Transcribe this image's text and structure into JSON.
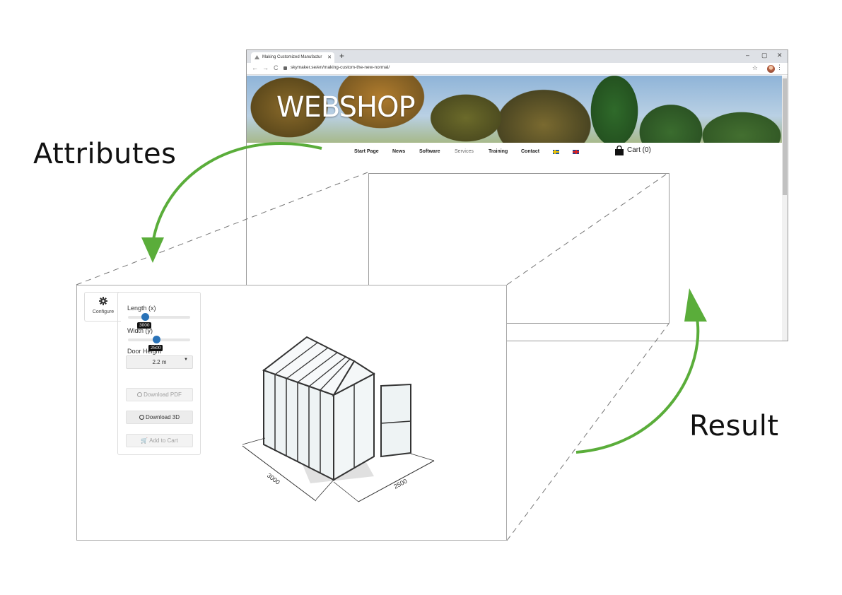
{
  "labels": {
    "attributes": "Attributes",
    "result": "Result"
  },
  "browser": {
    "tab_title": "Making Customized Manufactur",
    "tab_close": "✕",
    "new_tab": "+",
    "window_controls": [
      "–",
      "▢",
      "✕"
    ],
    "nav": [
      "←",
      "→",
      "C"
    ],
    "url": "skymaker.se/en/making-custom-the-new-normal/",
    "star": "☆",
    "kebab": "⋮"
  },
  "site": {
    "banner_title": "WEBSHOP",
    "menu": [
      "Start Page",
      "News",
      "Software",
      "Services",
      "Training",
      "Contact"
    ],
    "cart_label": "Cart (0)"
  },
  "configurator": {
    "tab_label": "Configure",
    "length_label": "Length (x)",
    "length_value": "3000",
    "width_label": "Width (y)",
    "width_value": "2500",
    "door_label": "Door Height",
    "door_value": "2.2 m",
    "buttons": {
      "pdf": "Download PDF",
      "three_d": "Download 3D",
      "cart": "Add to Cart"
    },
    "dims": {
      "length": "3000",
      "width": "2500"
    }
  },
  "colors": {
    "arrow": "#5aad3a",
    "slider": "#2a73b8"
  }
}
